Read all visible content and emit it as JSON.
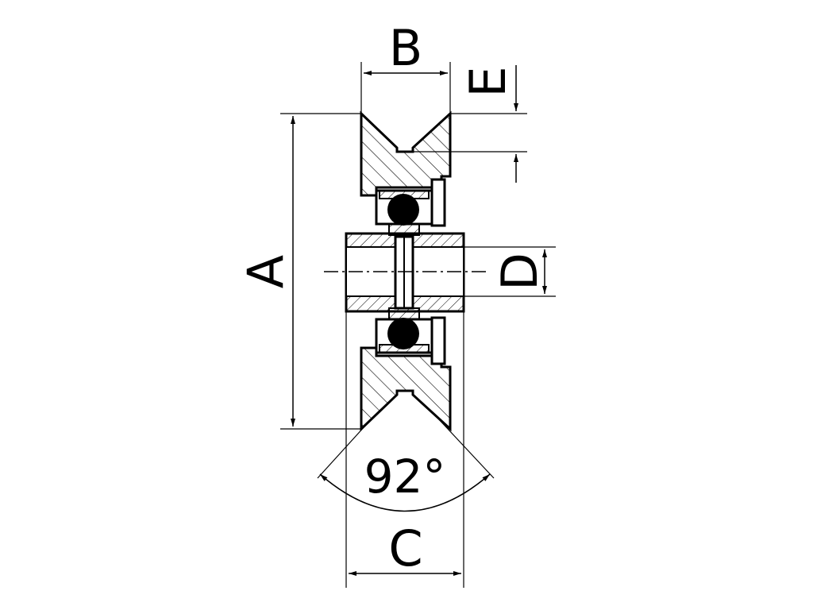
{
  "colors": {
    "line": "#000000",
    "background": "#ffffff",
    "ball": "#000000"
  },
  "labels": {
    "outer_diameter": "A",
    "groove_width": "B",
    "hub_width": "C",
    "bore_diameter": "D",
    "groove_depth": "E",
    "groove_angle": "92°"
  }
}
